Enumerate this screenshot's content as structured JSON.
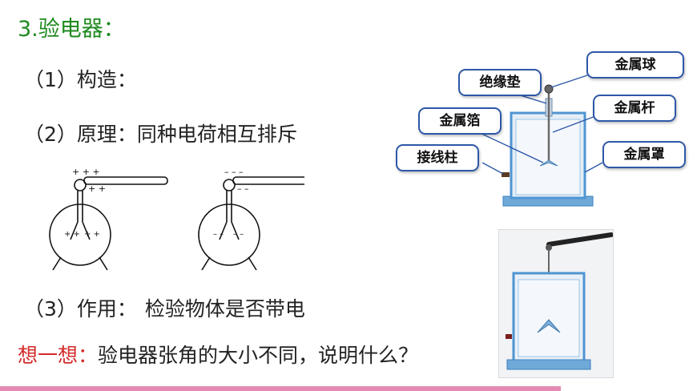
{
  "title": "3.验电器：",
  "items": [
    {
      "label": "（1）构造：",
      "text": ""
    },
    {
      "label": "（2）原理：",
      "text": "同种电荷相互排斥"
    },
    {
      "label": "（3）作用：",
      "text": "检验物体是否带电"
    }
  ],
  "think": {
    "label": "想一想：",
    "text": "验电器张角的大小不同，说明什么？"
  },
  "callouts": {
    "ball": "金属球",
    "insulator": "绝缘垫",
    "rod": "金属杆",
    "foil": "金属箔",
    "terminal": "接线柱",
    "cover": "金属罩"
  },
  "colors": {
    "title": "#1f8a1f",
    "think": "#d42a2a",
    "callout_border": "#2e58a8",
    "bar": "#e58bb4"
  }
}
